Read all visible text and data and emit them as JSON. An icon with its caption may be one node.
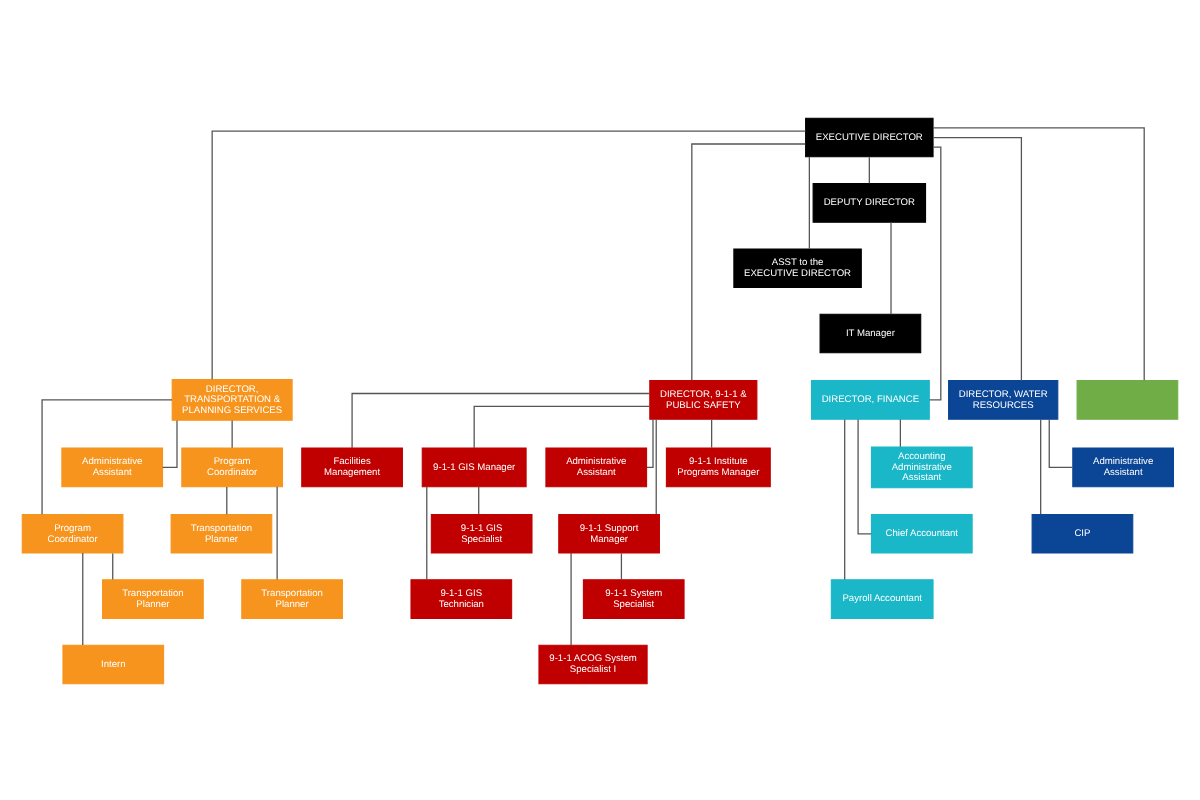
{
  "diagram": {
    "nodes": [
      {
        "text": [
          "EXECUTIVE DIRECTOR"
        ]
      },
      {
        "text": [
          "DEPUTY DIRECTOR"
        ]
      },
      {
        "text": [
          "ASST to the EXECUTIVE DIRECTOR"
        ]
      },
      {
        "text": [
          "IT Manager"
        ]
      },
      {
        "text": [
          "DIRECTOR, TRANSPORTATION & PLANNING SERVICES"
        ]
      },
      {
        "text": [
          "DIRECTOR, 9-1-1 & PUBLIC SAFETY"
        ]
      },
      {
        "text": [
          "DIRECTOR, FINANCE"
        ]
      },
      {
        "text": [
          "DIRECTOR, WATER RESOURCES"
        ]
      },
      {
        "text": [],
        "shape": "box"
      },
      {
        "text": [
          "Administrative Assistant"
        ]
      },
      {
        "text": [
          "Administrative Assistant"
        ]
      },
      {
        "text": [
          "Accounting Administrative Assistant"
        ]
      },
      {
        "text": [
          "Administrative Assistant"
        ]
      },
      {
        "text": [
          "Program Coordinator"
        ]
      },
      {
        "text": [
          "Program Coordinator"
        ]
      },
      {
        "text": [
          "9-1-1 Support Manager"
        ]
      },
      {
        "text": [
          "9-1-1 Institute Programs Manager"
        ]
      },
      {
        "text": [
          "9-1-1 GIS Manager"
        ]
      },
      {
        "text": [
          "Facilities Management"
        ]
      },
      {
        "text": [
          "Chief Accountant"
        ]
      },
      {
        "text": [
          "CIP"
        ]
      },
      {
        "text": [
          "Transportation Planner"
        ]
      },
      {
        "text": [
          "Transportation Planner"
        ]
      },
      {
        "text": [
          "9-1-1 System Specialist"
        ]
      },
      {
        "text": [
          "9-1-1 GIS Specialist"
        ]
      },
      {
        "text": [
          "Payroll Accountant"
        ]
      },
      {
        "text": [
          "Intern"
        ]
      },
      {
        "text": [
          "Transportation Planner"
        ]
      },
      {
        "text": [
          "9-1-1 ACOG System Specialist I"
        ]
      },
      {
        "text": [
          "9-1-1 GIS Technician"
        ]
      }
    ],
    "edges": [
      {
        "from": 0,
        "to": 1,
        "arrow": "none"
      },
      {
        "from": 0,
        "to": 2,
        "arrow": "none"
      },
      {
        "from": 1,
        "to": 3,
        "arrow": "none"
      },
      {
        "from": 0,
        "to": 4,
        "arrow": "none"
      },
      {
        "from": 0,
        "to": 5,
        "arrow": "none"
      },
      {
        "from": 0,
        "to": 6,
        "arrow": "none"
      },
      {
        "from": 0,
        "to": 7,
        "arrow": "none"
      },
      {
        "from": 0,
        "to": 8,
        "arrow": "none"
      },
      {
        "from": 4,
        "to": 9,
        "arrow": "none"
      },
      {
        "from": 5,
        "to": 10,
        "arrow": "none"
      },
      {
        "from": 6,
        "to": 11,
        "arrow": "none"
      },
      {
        "from": 7,
        "to": 12,
        "arrow": "none"
      },
      {
        "from": 4,
        "to": 13,
        "arrow": "none"
      },
      {
        "from": 4,
        "to": 14,
        "arrow": "none"
      },
      {
        "from": 5,
        "to": 15,
        "arrow": "none"
      },
      {
        "from": 5,
        "to": 16,
        "arrow": "none"
      },
      {
        "from": 5,
        "to": 17,
        "arrow": "none"
      },
      {
        "from": 5,
        "to": 18,
        "arrow": "none"
      },
      {
        "from": 6,
        "to": 19,
        "arrow": "none"
      },
      {
        "from": 7,
        "to": 20,
        "arrow": "none"
      },
      {
        "from": 13,
        "to": 21,
        "arrow": "none"
      },
      {
        "from": 14,
        "to": 22,
        "arrow": "none"
      },
      {
        "from": 15,
        "to": 23,
        "arrow": "none"
      },
      {
        "from": 17,
        "to": 24,
        "arrow": "none"
      },
      {
        "from": 6,
        "to": 25,
        "arrow": "none"
      },
      {
        "from": 13,
        "to": 26,
        "arrow": "none"
      },
      {
        "from": 14,
        "to": 27,
        "arrow": "none"
      },
      {
        "from": 15,
        "to": 28,
        "arrow": "none"
      },
      {
        "from": 17,
        "to": 29,
        "arrow": "none"
      }
    ]
  }
}
